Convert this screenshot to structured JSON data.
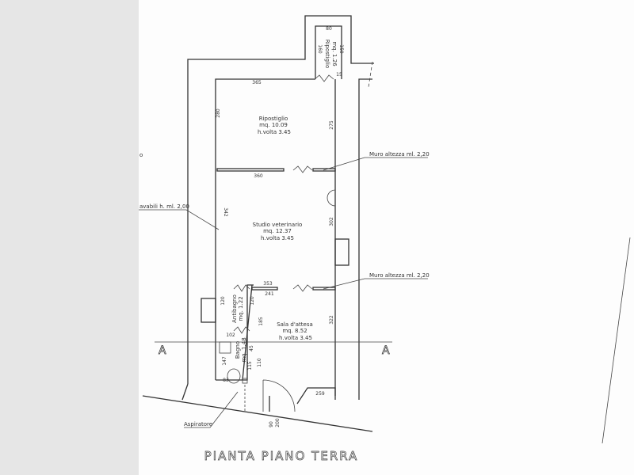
{
  "rooms": {
    "ripostiglio_small": {
      "name": "Ripostiglio",
      "area": "mq. 1.26",
      "dims": [
        "80",
        "160",
        "150",
        "15"
      ]
    },
    "ripostiglio": {
      "name": "Ripostiglio",
      "area": "mq. 10.09",
      "height": "h.volta 3.45",
      "dims": [
        "365",
        "280",
        "275"
      ]
    },
    "studio": {
      "name": "Studio veterinario",
      "area": "mq. 12.37",
      "height": "h.volta 3.45",
      "dims": [
        "360",
        "342",
        "302"
      ]
    },
    "antibagno": {
      "name": "Antibagno",
      "area": "mq. 1.22",
      "dims": [
        "120",
        "120",
        "353",
        "241"
      ]
    },
    "sala": {
      "name": "Sala d'attesa",
      "area": "mq. 8.52",
      "height": "h.volta 3.45",
      "dims": [
        "185",
        "322",
        "259"
      ]
    },
    "bagno": {
      "name": "Bagno",
      "area": "mq. 1.48",
      "dims": [
        "102",
        "147",
        "115",
        "110",
        "45",
        "83"
      ]
    }
  },
  "notes": {
    "muro_1": "Muro altezza ml. 2,20",
    "muro_2": "Muro altezza ml. 2,20",
    "left_note": "avabili h. ml. 2,00",
    "left_fragment": "o",
    "aspiratore": "Aspiratore",
    "door_dims": [
      "90",
      "200"
    ],
    "section_marker": "A"
  },
  "title": "PIANTA PIANO TERRA"
}
